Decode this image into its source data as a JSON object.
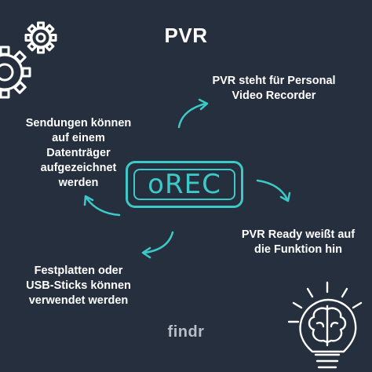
{
  "title": "PVR",
  "texts": {
    "top_right": "PVR steht für Personal\nVideo Recorder",
    "left": "Sendungen können\nauf einem\nDatenträger\naufgezeichnet\nwerden",
    "right": "PVR Ready weißt auf\ndie Funktion hin",
    "bottom_left": "Festplatten oder\nUSB-Sticks können\nverwendet werden"
  },
  "rec_label": "oREC",
  "brand": "findr",
  "icons": {
    "gears": "gears-icon",
    "brain_bulb": "brain-lightbulb-icon",
    "arrows": "curved-arrow-icon"
  },
  "colors": {
    "background": "#262f3d",
    "accent": "#3cc9c7",
    "text": "#ffffff",
    "brand": "#b8bec8"
  }
}
